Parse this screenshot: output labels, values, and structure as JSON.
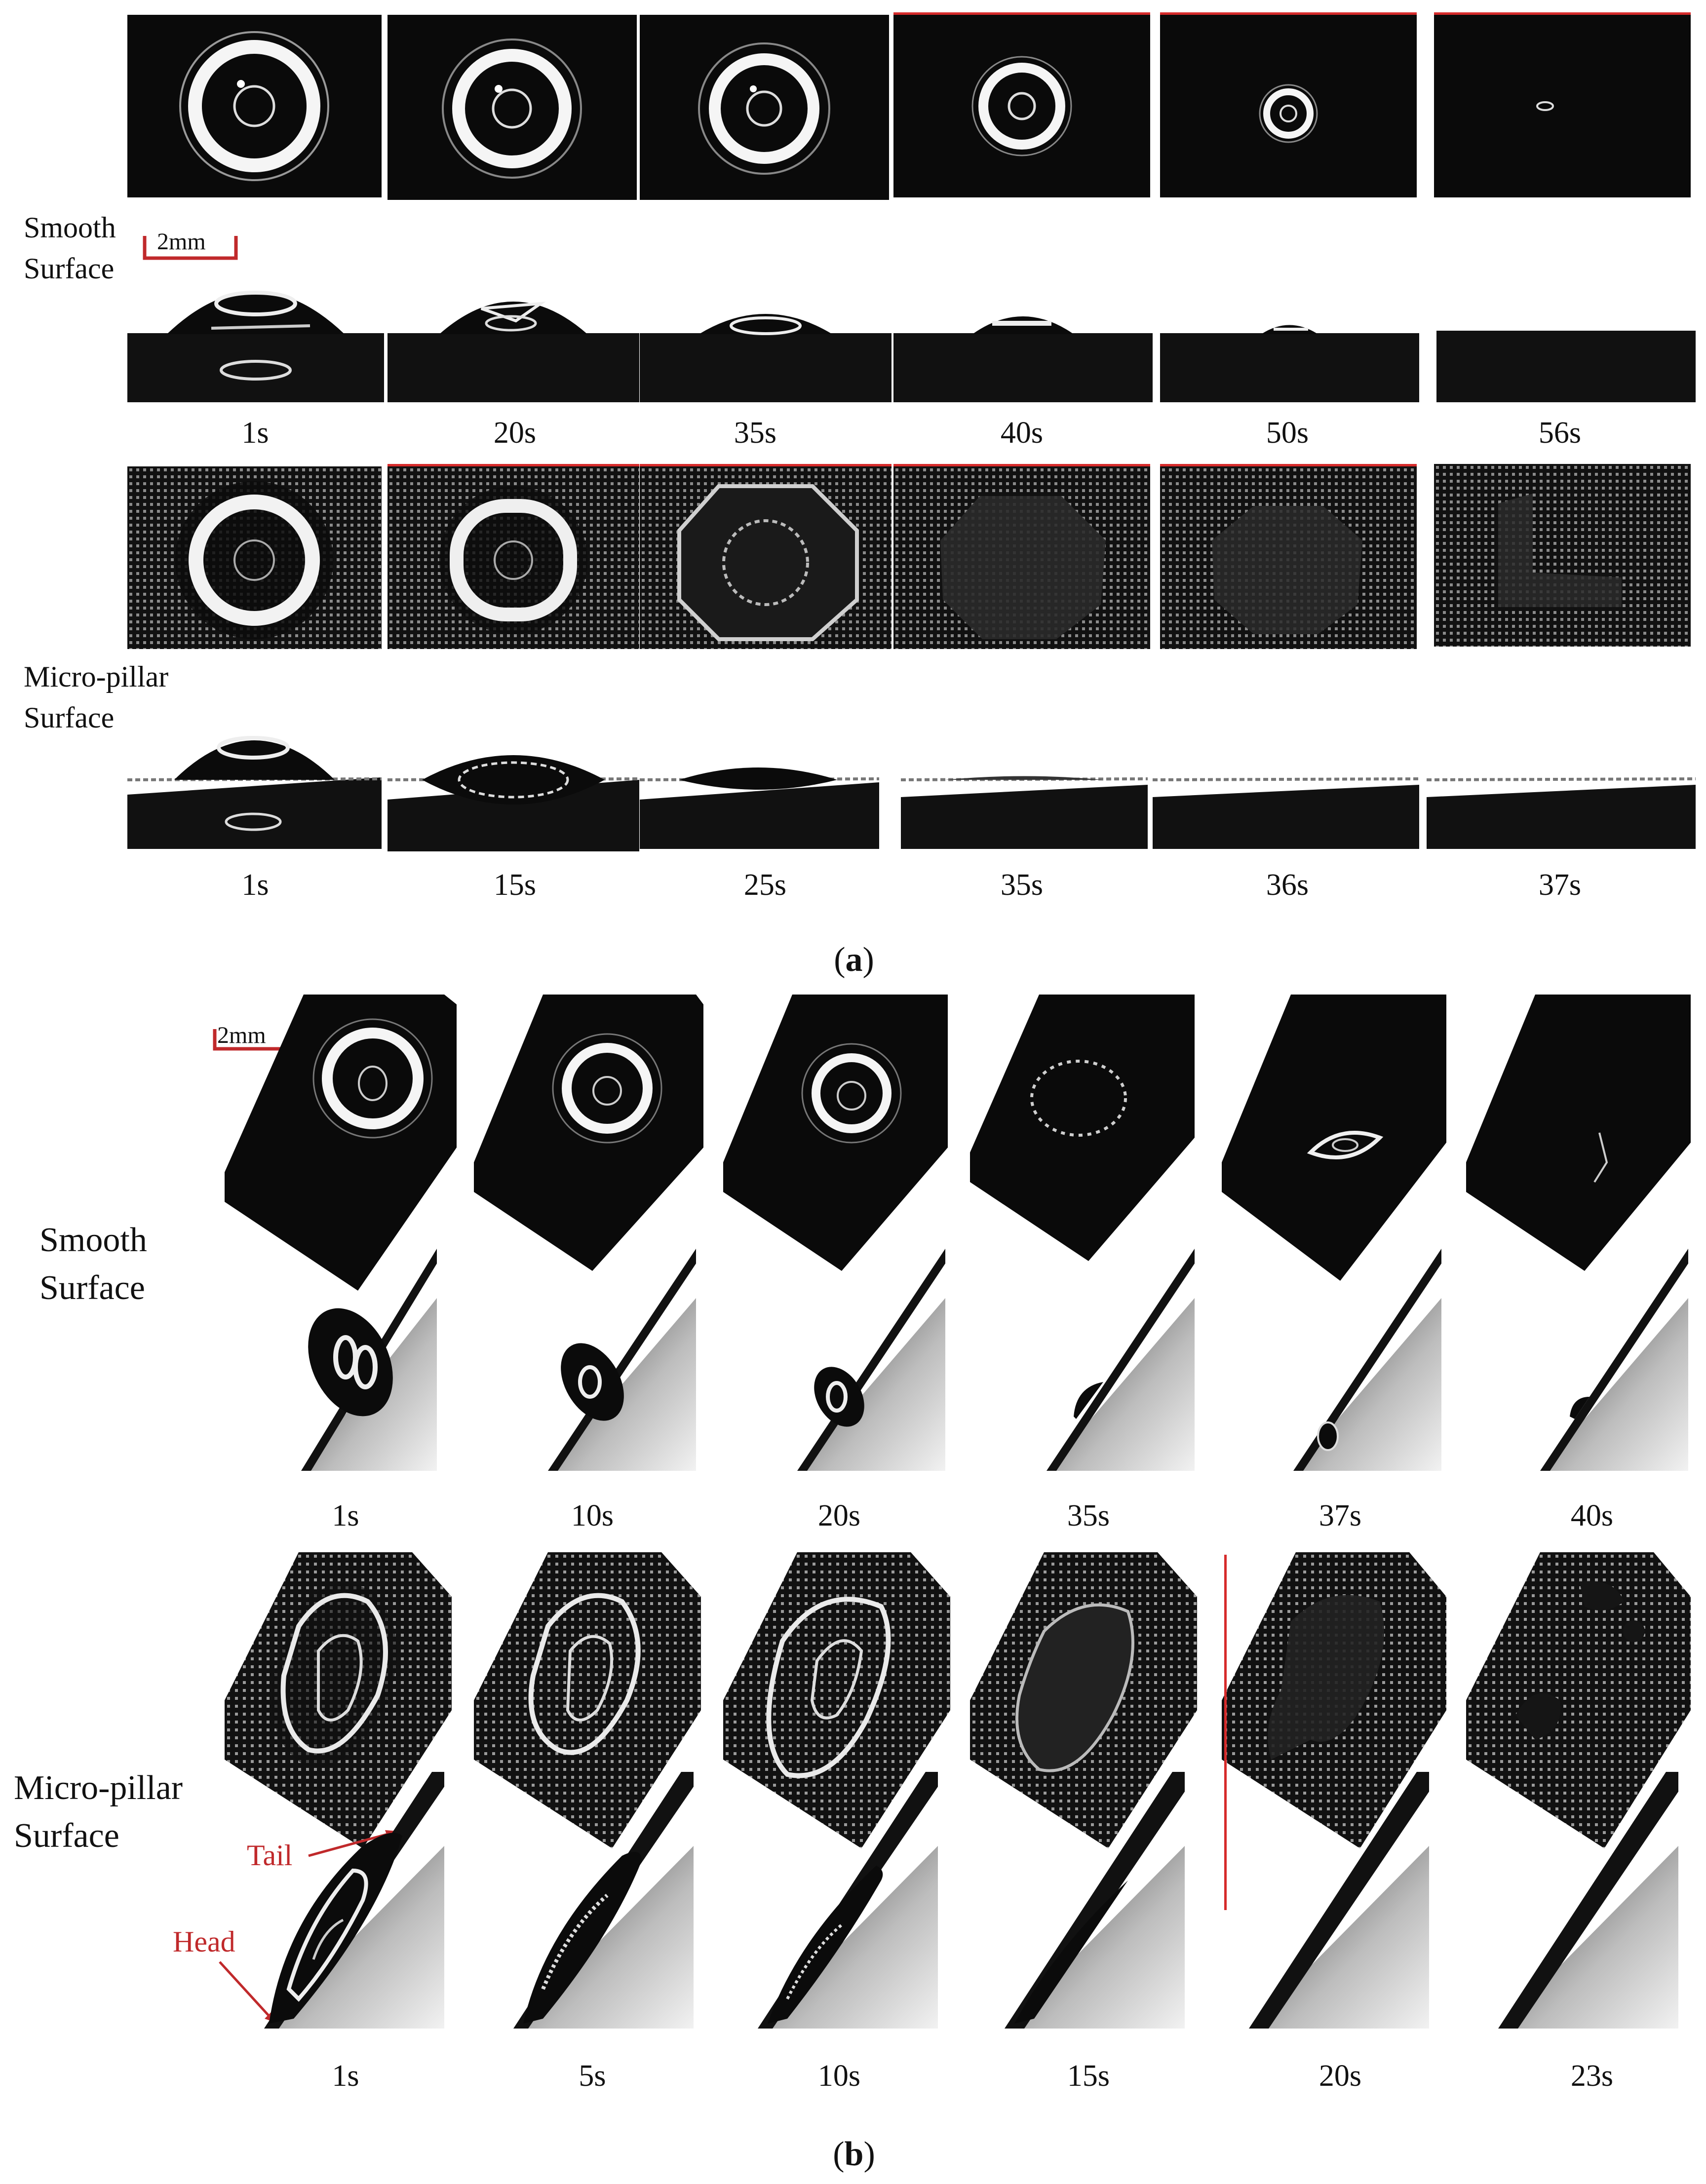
{
  "panel_a": {
    "scale": "2mm",
    "rows": [
      {
        "label_line1": "Smooth",
        "label_line2": "Surface",
        "times": [
          "1s",
          "20s",
          "35s",
          "40s",
          "50s",
          "56s"
        ]
      },
      {
        "label_line1": "Micro-pillar",
        "label_line2": "Surface",
        "times": [
          "1s",
          "15s",
          "25s",
          "35s",
          "36s",
          "37s"
        ]
      }
    ],
    "caption_open": "(",
    "caption_letter": "a",
    "caption_close": ")"
  },
  "panel_b": {
    "scale": "2mm",
    "rows": [
      {
        "label_line1": "Smooth",
        "label_line2": "Surface",
        "times": [
          "1s",
          "10s",
          "20s",
          "35s",
          "37s",
          "40s"
        ]
      },
      {
        "label_line1": "Micro-pillar",
        "label_line2": "Surface",
        "times": [
          "1s",
          "5s",
          "10s",
          "15s",
          "20s",
          "23s"
        ]
      }
    ],
    "tail_label": "Tail",
    "head_label": "Head",
    "caption_open": "(",
    "caption_letter": "b",
    "caption_close": ")"
  },
  "colors": {
    "accent_red": "#c0292b",
    "frame_black": "#0a0a0a",
    "grid_gray": "#8a8a8a"
  }
}
